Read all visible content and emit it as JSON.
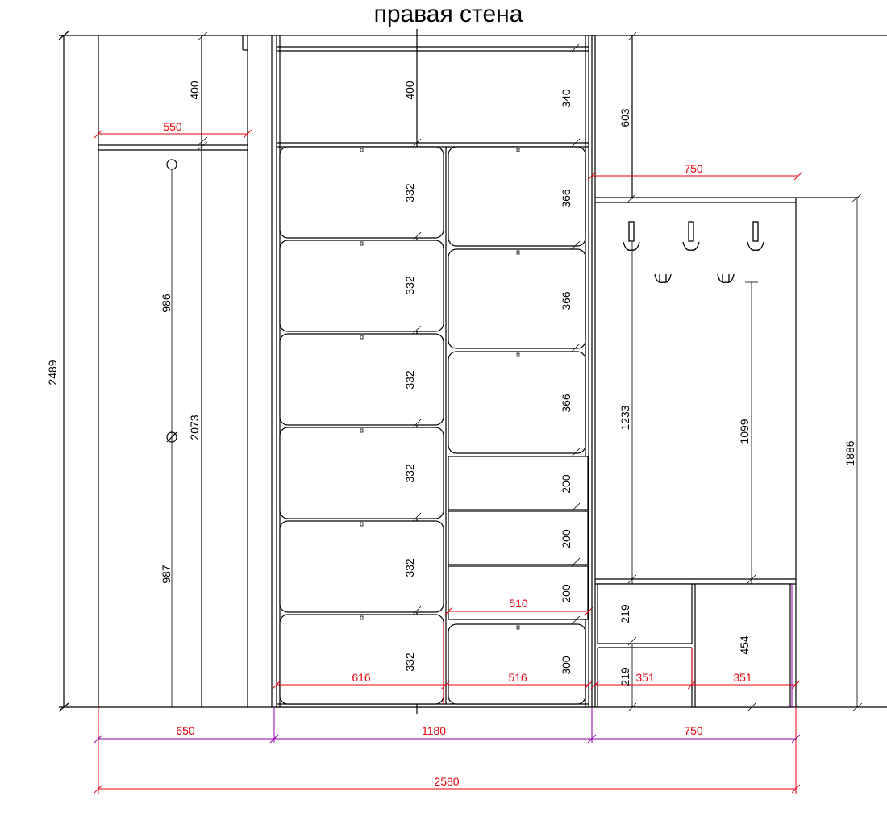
{
  "title": "правая стена",
  "colors": {
    "lines": "#000000",
    "dim_red": "#e8000b",
    "dim_purple": "#8b00a8",
    "background": "#ffffff"
  },
  "icons": [
    "hanger-rod-icon",
    "coat-hook-icon"
  ],
  "dims": {
    "height_total": "2489",
    "left_top_400": "400",
    "left_width_550": "550",
    "left_rod_986": "986",
    "left_rod_987": "987",
    "left_height_2073": "2073",
    "mid_top_400": "400",
    "mid_top_340": "340",
    "mid_shelves_332": [
      "332",
      "332",
      "332",
      "332",
      "332",
      "332"
    ],
    "mid_shelves_366": [
      "366",
      "366",
      "366"
    ],
    "mid_drawers_200": [
      "200",
      "200",
      "200"
    ],
    "mid_bottom_300": "300",
    "mid_width_510": "510",
    "mid_width_616": "616",
    "mid_width_516": "516",
    "right_top_603": "603",
    "right_width_750": "750",
    "right_hook_1233": "1233",
    "right_hook_1099": "1099",
    "right_height_1886": "1886",
    "right_bench_219_a": "219",
    "right_bench_219_b": "219",
    "right_bench_454": "454",
    "right_bench_351_a": "351",
    "right_bench_351_b": "351",
    "bottom_650": "650",
    "bottom_1180": "1180",
    "bottom_750": "750",
    "bottom_2580": "2580"
  }
}
